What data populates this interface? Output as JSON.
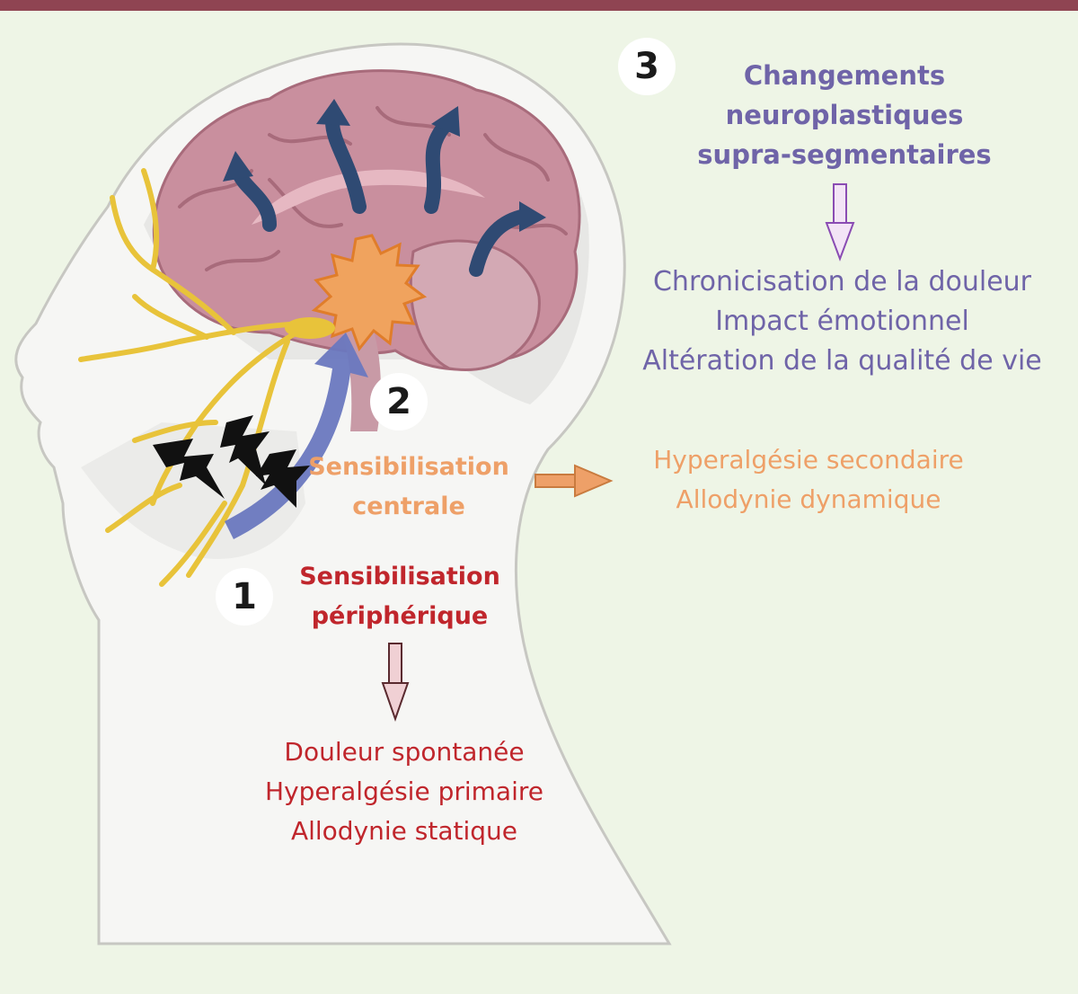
{
  "colors": {
    "background": "#eef5e6",
    "top_bar": "#8f4452",
    "head": "#f6f6f4",
    "brain": "#c98f9e",
    "nerve": "#e8c33a",
    "flow_arrow": "#6a78bf",
    "brain_arrows": "#2f4a73",
    "peripheral": "#c0262c",
    "central": "#eea068",
    "supra": "#6f64a8"
  },
  "steps": {
    "one": {
      "number": "1",
      "title_line1": "Sensibilisation",
      "title_line2": "périphérique",
      "effects": [
        "Douleur spontanée",
        "Hyperalgésie primaire",
        "Allodynie statique"
      ]
    },
    "two": {
      "number": "2",
      "title_line1": "Sensibilisation",
      "title_line2": "centrale",
      "effects": [
        "Hyperalgésie secondaire",
        "Allodynie dynamique"
      ]
    },
    "three": {
      "number": "3",
      "title_line1": "Changements",
      "title_line2": "neuroplastiques",
      "title_line3": "supra-segmentaires",
      "effects": [
        "Chronicisation de la douleur",
        "Impact émotionnel",
        "Altération de la qualité de vie"
      ]
    }
  },
  "icons": {
    "pain": "lightning-bolt-icon",
    "brain": "brain-illustration",
    "nerve": "trigeminal-nerve-illustration",
    "activation": "starburst-icon"
  }
}
